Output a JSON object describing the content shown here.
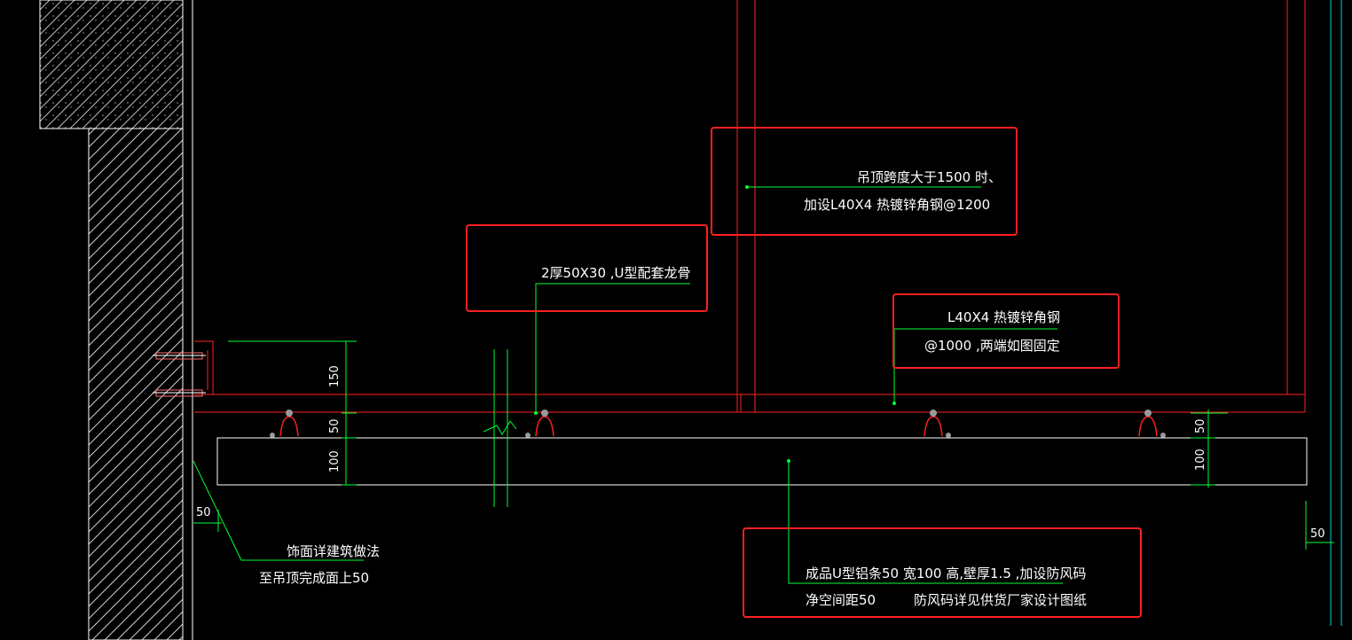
{
  "colors": {
    "background": "#000000",
    "outline": "#ffffff",
    "steel": "#ff2020",
    "leader": "#00ff33",
    "callout_box": "#ff2020",
    "cyan_line": "#00d6d6"
  },
  "annotations": {
    "span_note_line1": "吊顶跨度大于1500 时、",
    "span_note_line2": "加设L40X4 热镀锌角钢@1200",
    "keel_note": "2厚50X30 ,U型配套龙骨",
    "angle_note_line1": "L40X4 热镀锌角钢",
    "angle_note_line2": "@1000 ,两端如图固定",
    "finish_note_line1": "饰面详建筑做法",
    "finish_note_line2": "至吊顶完成面上50",
    "profile_note_line1": "成品U型铝条50 宽100 高,壁厚1.5 ,加设防风码",
    "profile_note_line2": "净空间距50",
    "profile_note_line3": "防风码详见供货厂家设计图纸"
  },
  "dimensions": {
    "left_150": "150",
    "left_50": "50",
    "left_100": "100",
    "right_50": "50",
    "right_100": "100",
    "bottom_left_50": "50",
    "bottom_right_50": "50"
  }
}
